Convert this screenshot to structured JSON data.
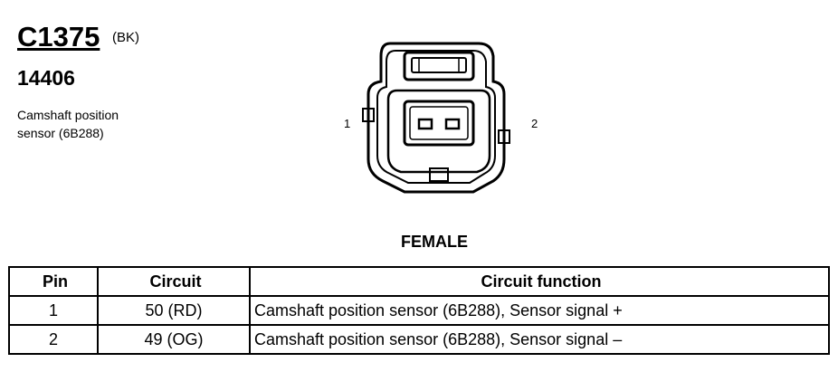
{
  "connector": {
    "id": "C1375",
    "color_code": "(BK)",
    "part_number": "14406",
    "description_line1": "Camshaft position",
    "description_line2": "sensor (6B288)",
    "pin_label_left": "1",
    "pin_label_right": "2",
    "gender": "FEMALE"
  },
  "table": {
    "headers": [
      "Pin",
      "Circuit",
      "Circuit function"
    ],
    "rows": [
      {
        "pin": "1",
        "circuit": "50 (RD)",
        "function": "Camshaft position sensor (6B288), Sensor signal +"
      },
      {
        "pin": "2",
        "circuit": "49 (OG)",
        "function": "Camshaft position sensor (6B288), Sensor signal –"
      }
    ]
  }
}
